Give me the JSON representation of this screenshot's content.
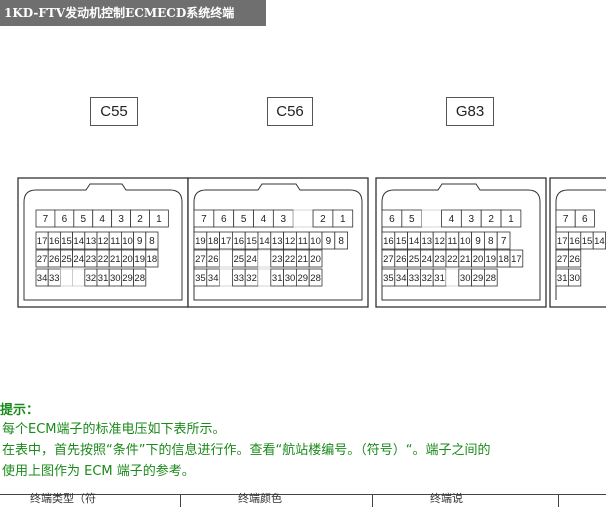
{
  "title": "1KD-FTV发动机控制ECMECD系统终端",
  "connectors": {
    "c55": {
      "label": "C55",
      "rows": [
        [
          "7",
          "6",
          "5",
          "4",
          "3",
          "2",
          "1"
        ],
        [
          "17",
          "16",
          "15",
          "14",
          "13",
          "12",
          "11",
          "10",
          "9",
          "8"
        ],
        [
          "27",
          "26",
          "25",
          "24",
          "23",
          "22",
          "21",
          "20",
          "19",
          "18"
        ],
        [
          "34",
          "33",
          "",
          "",
          "32",
          "31",
          "30",
          "29",
          "28"
        ]
      ]
    },
    "c56": {
      "label": "C56",
      "rows": [
        [
          "7",
          "6",
          "5",
          "4",
          "3",
          "",
          "2",
          "1"
        ],
        [
          "19",
          "18",
          "17",
          "16",
          "15",
          "14",
          "13",
          "12",
          "11",
          "10",
          "9",
          "8"
        ],
        [
          "27",
          "26",
          "",
          "25",
          "24",
          "",
          "23",
          "22",
          "21",
          "20"
        ],
        [
          "35",
          "34",
          "",
          "33",
          "32",
          "",
          "31",
          "30",
          "29",
          "28"
        ]
      ]
    },
    "g83": {
      "label": "G83",
      "rows": [
        [
          "6",
          "5",
          "",
          "4",
          "3",
          "2",
          "1"
        ],
        [
          "16",
          "15",
          "14",
          "13",
          "12",
          "11",
          "10",
          "9",
          "8",
          "7"
        ],
        [
          "27",
          "26",
          "25",
          "24",
          "23",
          "22",
          "21",
          "20",
          "19",
          "18",
          "17"
        ],
        [
          "35",
          "34",
          "33",
          "32",
          "31",
          "",
          "30",
          "29",
          "28"
        ]
      ]
    },
    "partial": {
      "rows": [
        [
          "7",
          "6"
        ],
        [
          "17",
          "16",
          "15",
          "14"
        ],
        [
          "27",
          "26"
        ],
        [
          "31",
          "30"
        ]
      ]
    }
  },
  "notes": {
    "title": "提示：",
    "lines": [
      "每个ECM端子的标准电压如下表所示。",
      "在表中，首先按照“条件”下的信息进行作。查看“航站楼编号。（符号）“。端子之间的",
      "使用上图作为 ECM 端子的参考。"
    ]
  },
  "table": {
    "headers": [
      "终端类型（符",
      "终端颜色",
      "终端说"
    ]
  }
}
